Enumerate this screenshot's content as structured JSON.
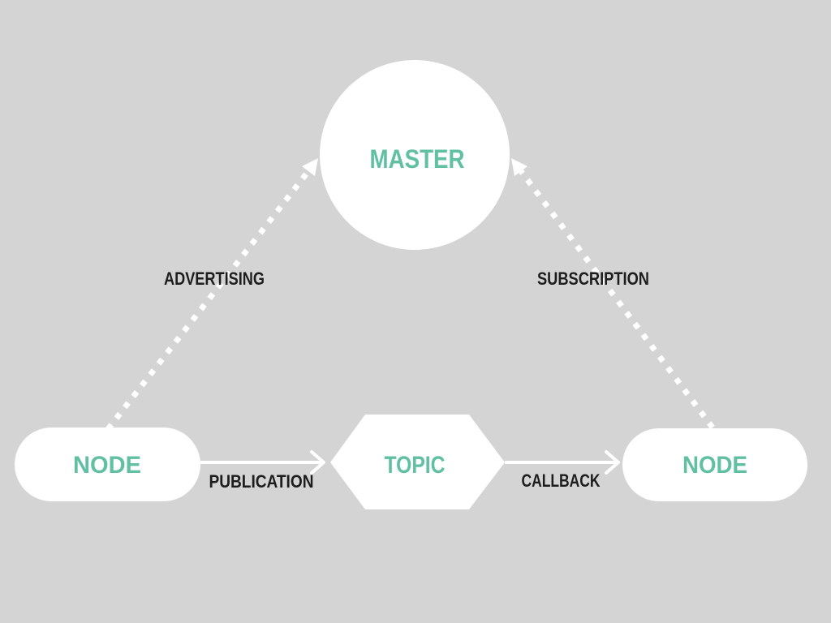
{
  "diagram": {
    "type": "architecture-diagram",
    "background_color": "#d4d4d4",
    "shape_fill_color": "#ffffff",
    "node_text_color": "#62c0a2",
    "edge_label_color": "#1d1d1d",
    "nodes": {
      "master": {
        "label": "MASTER",
        "shape": "circle"
      },
      "node_left": {
        "label": "NODE",
        "shape": "rounded-rectangle"
      },
      "topic": {
        "label": "TOPIC",
        "shape": "hexagon"
      },
      "node_right": {
        "label": "NODE",
        "shape": "rounded-rectangle"
      }
    },
    "edges": {
      "advertising": {
        "label": "ADVERTISING",
        "from": "node_left",
        "to": "master",
        "style": "dotted",
        "arrowhead": "filled-triangle"
      },
      "subscription": {
        "label": "SUBSCRIPTION",
        "from": "node_right",
        "to": "master",
        "style": "dotted",
        "arrowhead": "filled-triangle"
      },
      "publication": {
        "label": "PUBLICATION",
        "from": "node_left",
        "to": "topic",
        "style": "solid",
        "arrowhead": "open-chevron"
      },
      "callback": {
        "label": "CALLBACK",
        "from": "topic",
        "to": "node_right",
        "style": "solid",
        "arrowhead": "open-chevron"
      }
    }
  }
}
